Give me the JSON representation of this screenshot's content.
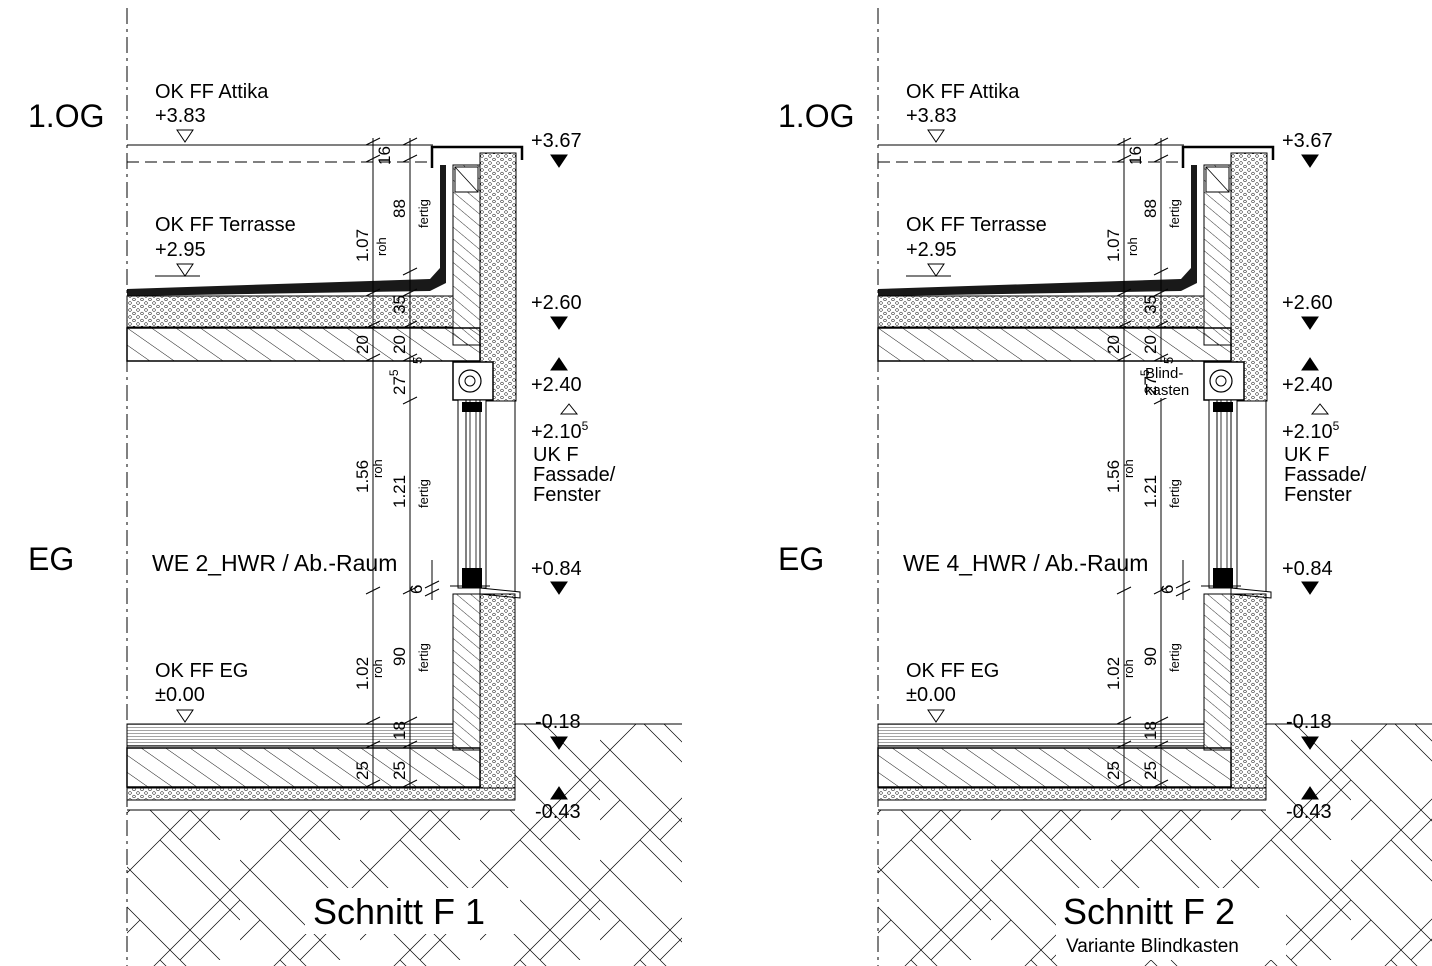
{
  "colors": {
    "line": "#000000",
    "background": "#ffffff",
    "hatch": "#000000"
  },
  "left": {
    "level_upper": "1.OG",
    "level_lower": "EG",
    "ok_attika_label": "OK FF Attika",
    "ok_attika_value": "+3.83",
    "ok_terrasse_label": "OK FF Terrasse",
    "ok_terrasse_value": "+2.95",
    "ok_eg_label": "OK FF EG",
    "ok_eg_value": "±0.00",
    "room_name": "WE 2_HWR / Ab.-Raum",
    "elev_367": "+3.67",
    "elev_260": "+2.60",
    "elev_240": "+2.40",
    "elev_210_main": "+2.10",
    "elev_210_sup": "5",
    "uk_line1": "UK F",
    "uk_line2": "Fassade/",
    "uk_line3": "Fenster",
    "elev_084": "+0.84",
    "elev_018": "-0.18",
    "elev_043": "-0.43",
    "dim_16": "16",
    "dim_88": "88",
    "dim_fertig": "fertig",
    "dim_107": "1.07",
    "dim_roh": "roh",
    "dim_35": "35",
    "dim_20": "20",
    "dim_5": "5",
    "dim_27_main": "27",
    "dim_27_sup": "5",
    "dim_156": "1.56",
    "dim_121": "1.21",
    "dim_6": "6",
    "dim_102": "1.02",
    "dim_90": "90",
    "dim_18": "18",
    "dim_25": "25",
    "title": "Schnitt F 1"
  },
  "right": {
    "level_upper": "1.OG",
    "level_lower": "EG",
    "ok_attika_label": "OK FF Attika",
    "ok_attika_value": "+3.83",
    "ok_terrasse_label": "OK FF Terrasse",
    "ok_terrasse_value": "+2.95",
    "ok_eg_label": "OK FF EG",
    "ok_eg_value": "±0.00",
    "room_name": "WE 4_HWR / Ab.-Raum",
    "blind_line1": "Blind-",
    "blind_line2": "kasten",
    "elev_367": "+3.67",
    "elev_260": "+2.60",
    "elev_240": "+2.40",
    "elev_210_main": "+2.10",
    "elev_210_sup": "5",
    "uk_line1": "UK F",
    "uk_line2": "Fassade/",
    "uk_line3": "Fenster",
    "elev_084": "+0.84",
    "elev_018": "-0.18",
    "elev_043": "-0.43",
    "dim_16": "16",
    "dim_88": "88",
    "dim_fertig": "fertig",
    "dim_107": "1.07",
    "dim_roh": "roh",
    "dim_35": "35",
    "dim_20": "20",
    "dim_5": "5",
    "dim_27_main": "27",
    "dim_27_sup": "5",
    "dim_156": "1.56",
    "dim_121": "1.21",
    "dim_6": "6",
    "dim_102": "1.02",
    "dim_90": "90",
    "dim_18": "18",
    "dim_25": "25",
    "title": "Schnitt F 2",
    "subtitle": "Variante Blindkasten"
  }
}
